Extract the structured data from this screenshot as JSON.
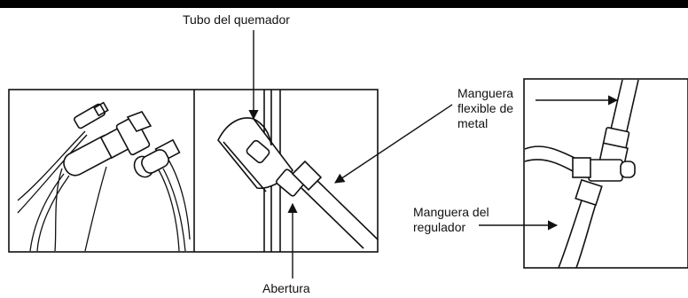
{
  "labels": {
    "burner_tube": "Tubo del quemador",
    "flexible_hose": [
      "Manguera",
      "flexible de",
      "metal"
    ],
    "regulator_hose": [
      "Manguera del",
      "regulador"
    ],
    "opening": "Abertura"
  }
}
